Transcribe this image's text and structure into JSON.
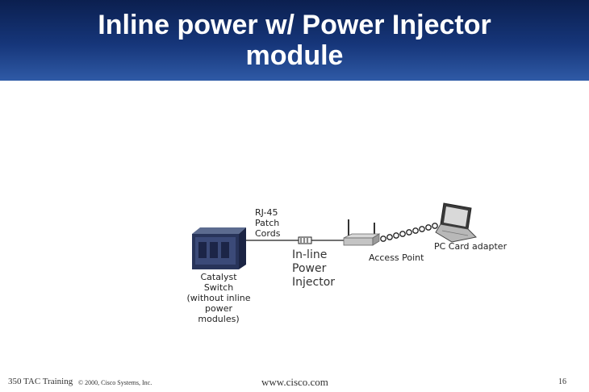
{
  "slide": {
    "title_line1": "Inline power w/ Power Injector",
    "title_line2": "module"
  },
  "diagram": {
    "rj45_l1": "RJ-45",
    "rj45_l2": "Patch",
    "rj45_l3": "Cords",
    "switch_l1": "Catalyst Switch",
    "switch_l2": "(without inline",
    "switch_l3": "power modules)",
    "injector_l1": "In-line",
    "injector_l2": "Power",
    "injector_l3": "Injector",
    "access_point": "Access Point",
    "pc_card": "PC Card adapter"
  },
  "footer": {
    "left": "350 TAC Training",
    "copyright": "© 2000, Cisco Systems, Inc.",
    "url": "www.cisco.com",
    "page": "16"
  },
  "colors": {
    "header_dark": "#0b1f4f",
    "header_light": "#2f5aa6",
    "title_text": "#ffffff"
  }
}
